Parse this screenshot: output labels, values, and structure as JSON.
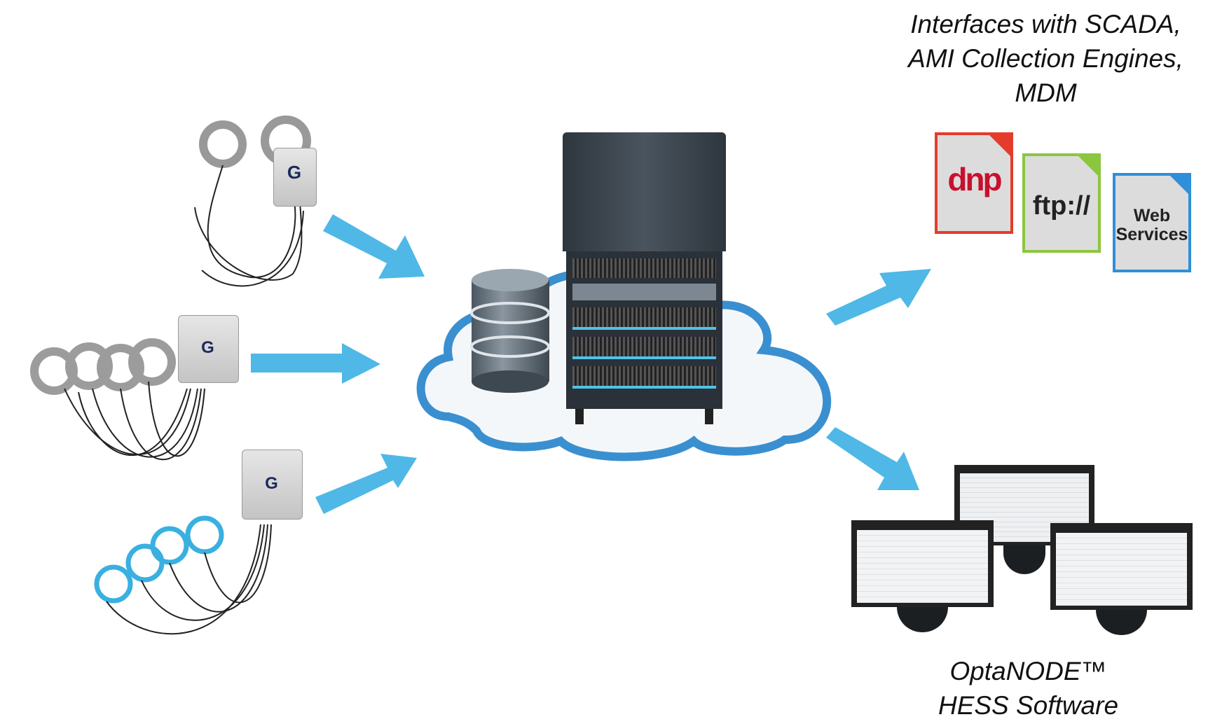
{
  "top_label": {
    "lines": [
      "Interfaces with SCADA,",
      "AMI Collection Engines,",
      "MDM"
    ]
  },
  "protocols": [
    {
      "label": "dnp",
      "color": "#e53b2a"
    },
    {
      "label": "ftp://",
      "color": "#8cc63f"
    },
    {
      "label_line1": "Web",
      "label_line2": "Services",
      "color": "#2f8fd8"
    }
  ],
  "bottom_label": {
    "lines": [
      "OptaNODE™",
      "HESS Software"
    ]
  },
  "devices": [
    {
      "badge": "G"
    },
    {
      "badge": "G"
    },
    {
      "badge": "G"
    }
  ],
  "colors": {
    "arrow": "#4fb8e6",
    "cloud_outline": "#3a8fd0",
    "server": "#3d4650"
  }
}
